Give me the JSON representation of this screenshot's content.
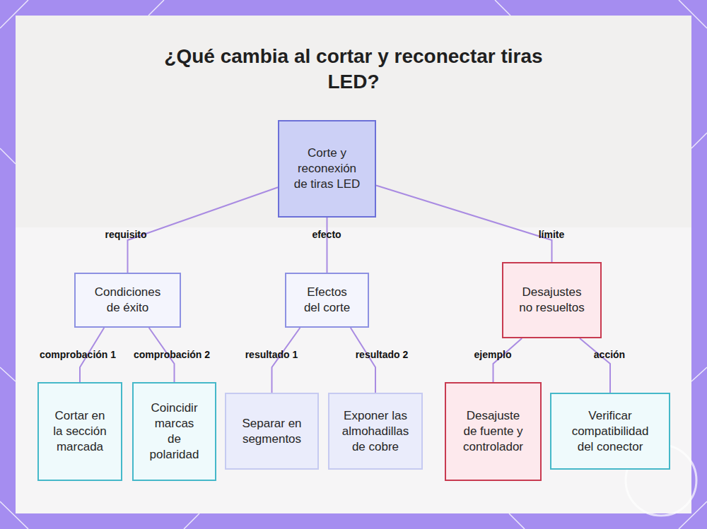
{
  "diagram": {
    "title": "¿Qué cambia al cortar y reconectar tiras LED?",
    "nodes": [
      {
        "text": [
          "Corte y reconexión de tiras LED"
        ]
      },
      {
        "text": [
          "Condiciones de éxito"
        ]
      },
      {
        "text": [
          "Efectos del corte"
        ]
      },
      {
        "text": [
          "Desajustes no resueltos"
        ]
      },
      {
        "text": [
          "Cortar en la sección marcada"
        ]
      },
      {
        "text": [
          "Coincidir marcas de polaridad"
        ]
      },
      {
        "text": [
          "Separar en segmentos"
        ]
      },
      {
        "text": [
          "Exponer las almohadillas de cobre"
        ]
      },
      {
        "text": [
          "Desajuste de fuente y controlador"
        ]
      },
      {
        "text": [
          "Verificar compatibilidad del conector"
        ]
      }
    ],
    "edges": [
      {
        "from": 0,
        "to": 1,
        "label": "requisito",
        "arrow": "none"
      },
      {
        "from": 0,
        "to": 2,
        "label": "efecto",
        "arrow": "none"
      },
      {
        "from": 0,
        "to": 3,
        "label": "límite",
        "arrow": "none"
      },
      {
        "from": 1,
        "to": 4,
        "label": "comprobación 1",
        "arrow": "none"
      },
      {
        "from": 1,
        "to": 5,
        "label": "comprobación 2",
        "arrow": "none"
      },
      {
        "from": 2,
        "to": 6,
        "label": "resultado 1",
        "arrow": "none"
      },
      {
        "from": 2,
        "to": 7,
        "label": "resultado 2",
        "arrow": "none"
      },
      {
        "from": 3,
        "to": 8,
        "label": "ejemplo",
        "arrow": "none"
      },
      {
        "from": 3,
        "to": 9,
        "label": "acción",
        "arrow": "none"
      }
    ]
  }
}
